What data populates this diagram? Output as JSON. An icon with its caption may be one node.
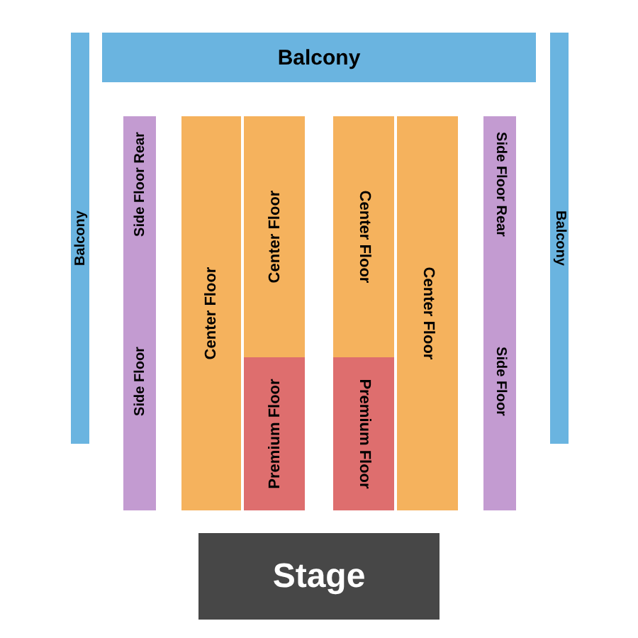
{
  "diagram": {
    "nodes": [
      {
        "text": [
          "Balcony"
        ]
      },
      {
        "text": [
          "Balcony"
        ]
      },
      {
        "text": [
          "Side Floor Rear"
        ]
      },
      {
        "text": [
          "Side Floor"
        ]
      },
      {
        "text": [
          "Center Floor"
        ]
      },
      {
        "text": [
          "Center Floor"
        ]
      },
      {
        "text": [
          "Premium Floor"
        ]
      },
      {
        "text": [
          "Center Floor"
        ]
      },
      {
        "text": [
          "Premium Floor"
        ]
      },
      {
        "text": [
          "Center Floor"
        ]
      },
      {
        "text": [
          "Side Floor Rear"
        ]
      },
      {
        "text": [
          "Side Floor"
        ]
      },
      {
        "text": [
          "Balcony"
        ]
      },
      {
        "text": [
          "Stage"
        ]
      }
    ]
  }
}
